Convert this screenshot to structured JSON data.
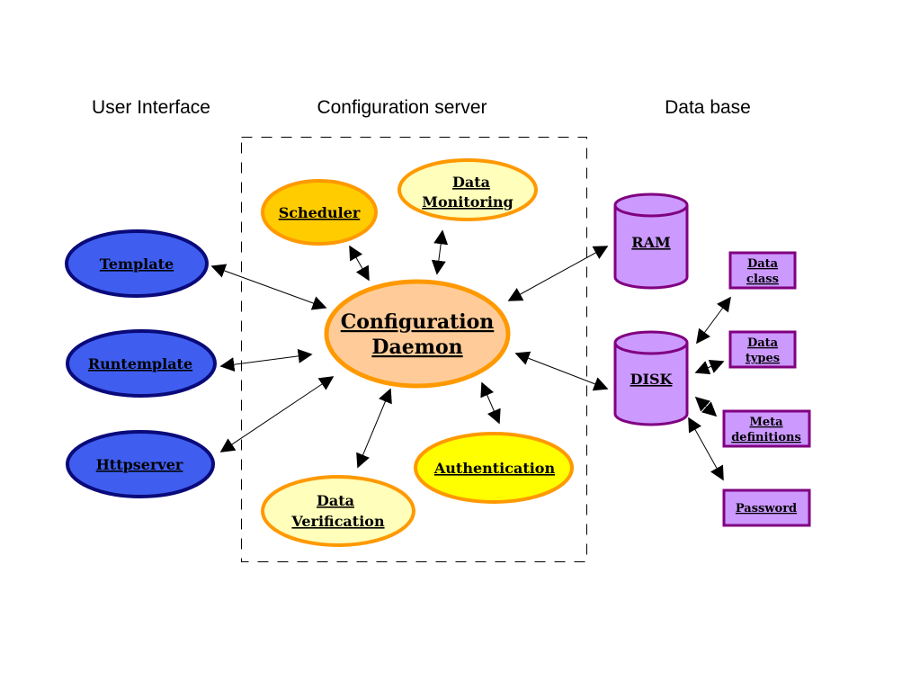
{
  "sections": {
    "user_interface": "User Interface",
    "configuration_server": "Configuration server",
    "data_base": "Data base"
  },
  "colors": {
    "ui_fill": "#3f5ef0",
    "ui_stroke": "#0a0a7a",
    "orange_stroke": "#ff9900",
    "daemon_fill": "#ffcc99",
    "scheduler_fill": "#ffcc00",
    "pale_yellow_fill": "#ffffbb",
    "auth_fill": "#ffff00",
    "db_fill": "#cc99ff",
    "db_stroke": "#800080"
  },
  "ui_nodes": [
    {
      "id": "template",
      "label": "Template"
    },
    {
      "id": "runtemplate",
      "label": "Runtemplate"
    },
    {
      "id": "httpserver",
      "label": "Httpserver"
    }
  ],
  "server_nodes": {
    "daemon": {
      "lines": [
        "Configuration",
        "Daemon"
      ]
    },
    "scheduler": {
      "lines": [
        "Scheduler"
      ]
    },
    "monitoring": {
      "lines": [
        "Data",
        "Monitoring"
      ]
    },
    "verification": {
      "lines": [
        "Data",
        "Verification"
      ]
    },
    "authentication": {
      "lines": [
        "Authentication"
      ]
    }
  },
  "storage": [
    {
      "id": "ram",
      "label": "RAM"
    },
    {
      "id": "disk",
      "label": "DISK"
    }
  ],
  "disk_items": [
    {
      "id": "data-class",
      "lines": [
        "Data",
        "class"
      ]
    },
    {
      "id": "data-types",
      "lines": [
        "Data",
        "types"
      ]
    },
    {
      "id": "meta-definitions",
      "lines": [
        "Meta",
        "definitions"
      ]
    },
    {
      "id": "password",
      "lines": [
        "Password"
      ]
    }
  ],
  "connections": [
    {
      "from": "template",
      "to": "daemon",
      "bidirectional": true
    },
    {
      "from": "runtemplate",
      "to": "daemon",
      "bidirectional": true
    },
    {
      "from": "httpserver",
      "to": "daemon",
      "bidirectional": true
    },
    {
      "from": "scheduler",
      "to": "daemon",
      "bidirectional": true
    },
    {
      "from": "monitoring",
      "to": "daemon",
      "bidirectional": true
    },
    {
      "from": "verification",
      "to": "daemon",
      "bidirectional": true
    },
    {
      "from": "authentication",
      "to": "daemon",
      "bidirectional": true
    },
    {
      "from": "daemon",
      "to": "ram",
      "bidirectional": true
    },
    {
      "from": "daemon",
      "to": "disk",
      "bidirectional": true
    },
    {
      "from": "disk",
      "to": "data-class",
      "bidirectional": true
    },
    {
      "from": "disk",
      "to": "data-types",
      "bidirectional": true
    },
    {
      "from": "disk",
      "to": "meta-definitions",
      "bidirectional": true
    },
    {
      "from": "disk",
      "to": "password",
      "bidirectional": true
    }
  ]
}
